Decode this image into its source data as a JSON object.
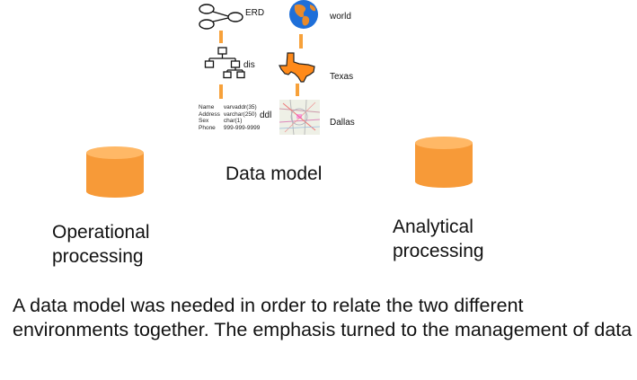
{
  "diagram": {
    "labels": {
      "erd": "ERD",
      "dis": "dis",
      "ddl": "ddl",
      "world": "world",
      "texas": "Texas",
      "dallas": "Dallas",
      "data_model": "Data model",
      "operational": "Operational processing",
      "analytical": "Analytical processing"
    },
    "ddl_rows": [
      {
        "name": "Name",
        "type": "varvaddr(35)"
      },
      {
        "name": "Address",
        "type": "varchar(250)"
      },
      {
        "name": "Sex",
        "type": "char(1)"
      },
      {
        "name": "Phone",
        "type": "999-999-9999"
      }
    ],
    "body_text": "A data model was needed in order to relate the two different environments together. The emphasis turned to the management of data"
  },
  "colors": {
    "accent": "#f7a13a",
    "cylinder": "#f79a38",
    "cylinder_top": "#ffb866",
    "ocean": "#1e6fd9",
    "texas": "#ff8a1a"
  }
}
